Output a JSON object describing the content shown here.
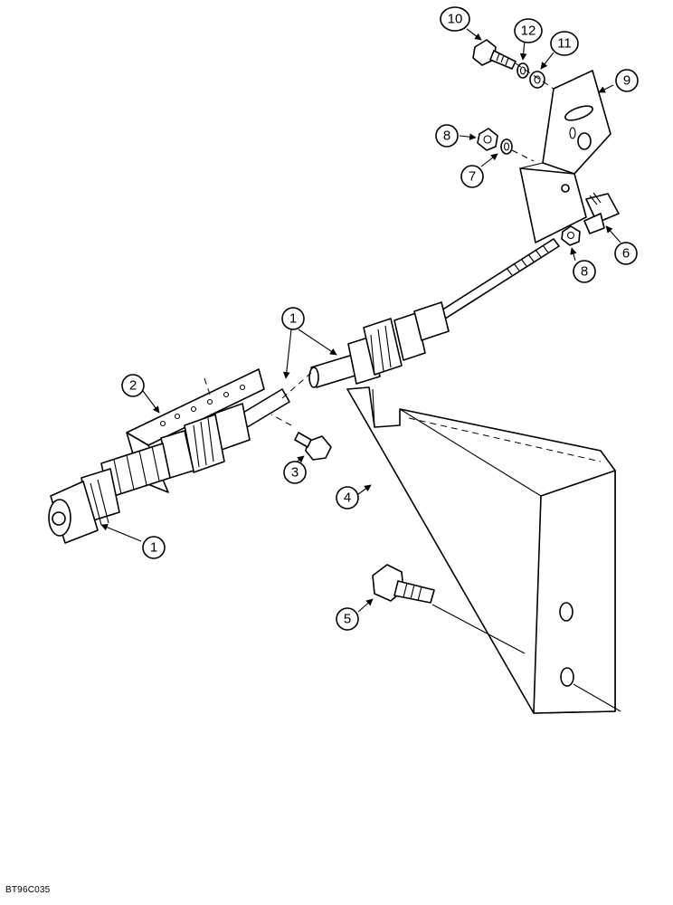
{
  "callouts": [
    {
      "id": "c10",
      "label": "10"
    },
    {
      "id": "c12",
      "label": "12"
    },
    {
      "id": "c11",
      "label": "11"
    },
    {
      "id": "c9",
      "label": "9"
    },
    {
      "id": "c8a",
      "label": "8"
    },
    {
      "id": "c7",
      "label": "7"
    },
    {
      "id": "c6",
      "label": "6"
    },
    {
      "id": "c8b",
      "label": "8"
    },
    {
      "id": "c1a",
      "label": "1"
    },
    {
      "id": "c2",
      "label": "2"
    },
    {
      "id": "c3",
      "label": "3"
    },
    {
      "id": "c4",
      "label": "4"
    },
    {
      "id": "c1b",
      "label": "1"
    },
    {
      "id": "c5",
      "label": "5"
    }
  ],
  "caption": "BT96C035"
}
